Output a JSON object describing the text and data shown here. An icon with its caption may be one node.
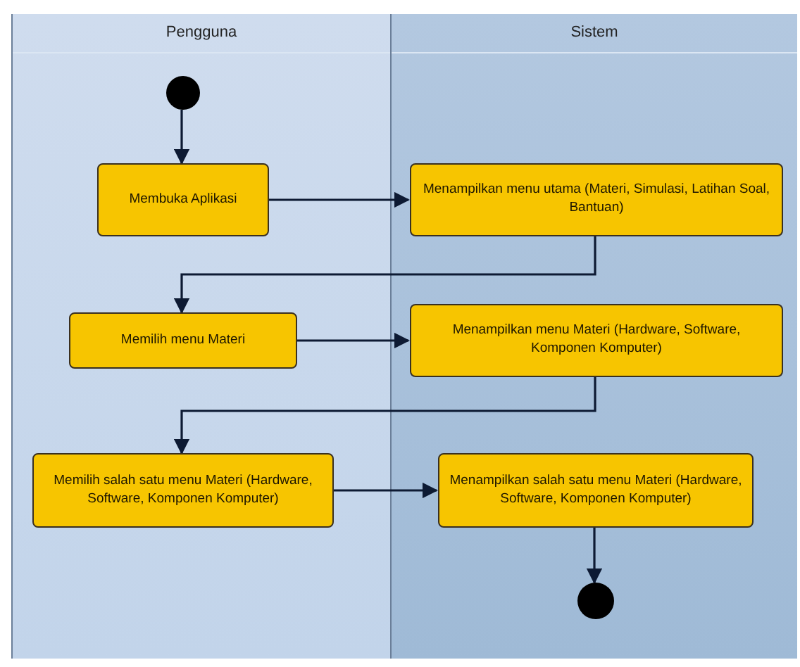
{
  "diagram": {
    "nodes": [
      {
        "text": [
          "Pengguna"
        ]
      },
      {
        "text": [
          "Sistem"
        ]
      },
      {
        "text": [],
        "shape": "circle",
        "in": 0
      },
      {
        "text": [
          "Membuka Aplikasi"
        ],
        "in": 0
      },
      {
        "text": [
          "Menampilkan menu utama (Materi, Simulasi, Latihan Soal, Bantuan)"
        ],
        "in": 1
      },
      {
        "text": [
          "Memilih menu Materi"
        ],
        "in": 0
      },
      {
        "text": [
          "Menampilkan menu Materi (Hardware, Software, Komponen Komputer)"
        ],
        "in": 1
      },
      {
        "text": [
          "Memilih salah satu menu Materi (Hardware, Software, Komponen Komputer)"
        ],
        "in": 0
      },
      {
        "text": [
          "Menampilkan salah satu menu Materi (Hardware, Software, Komponen Komputer)"
        ],
        "in": 1
      },
      {
        "text": [],
        "shape": "circle",
        "in": 1
      }
    ],
    "edges": [
      {
        "from": 2,
        "to": 3,
        "arrow": "to"
      },
      {
        "from": 3,
        "to": 4,
        "arrow": "to"
      },
      {
        "from": 4,
        "to": 5,
        "arrow": "to"
      },
      {
        "from": 5,
        "to": 6,
        "arrow": "to"
      },
      {
        "from": 6,
        "to": 7,
        "arrow": "to"
      },
      {
        "from": 7,
        "to": 8,
        "arrow": "to"
      },
      {
        "from": 8,
        "to": 9,
        "arrow": "to"
      }
    ]
  }
}
